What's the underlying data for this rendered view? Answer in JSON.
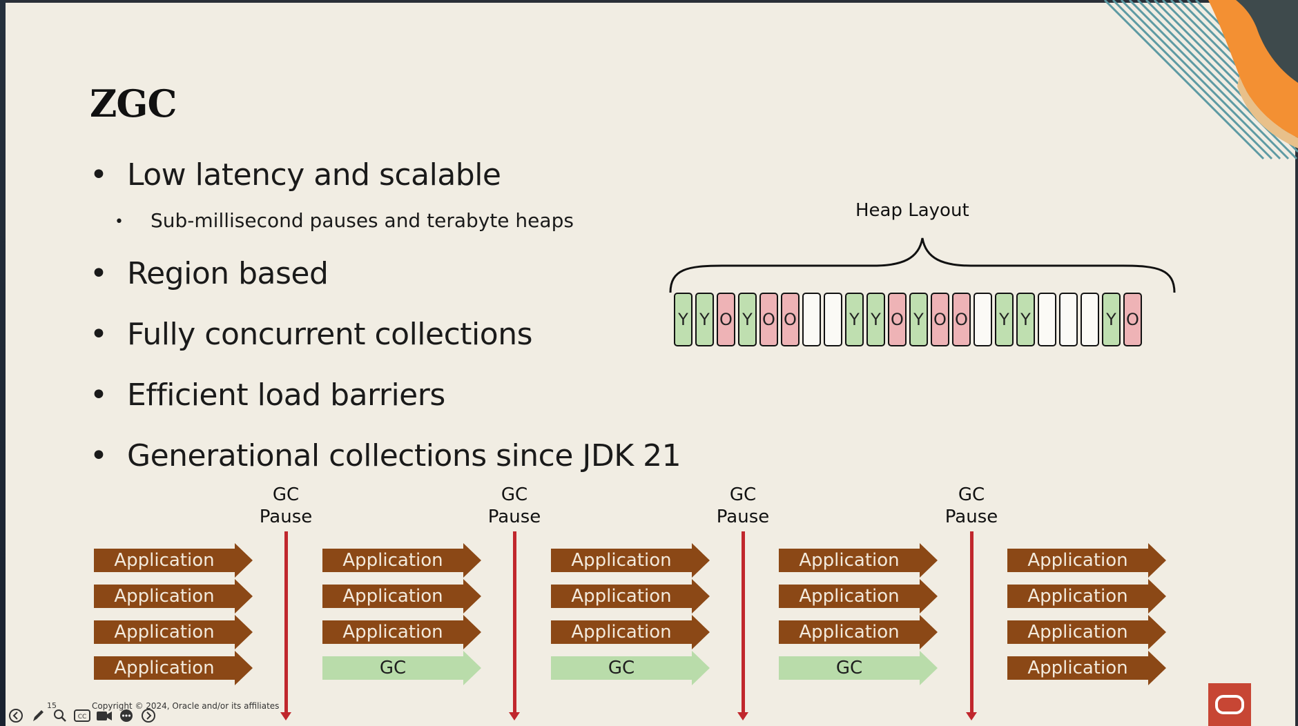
{
  "slide": {
    "title": "ZGC",
    "bullets": [
      {
        "text": "Low latency and scalable",
        "subs": [
          "Sub-millisecond pauses and terabyte heaps"
        ]
      },
      {
        "text": "Region based",
        "subs": []
      },
      {
        "text": "Fully concurrent collections",
        "subs": []
      },
      {
        "text": "Efficient load barriers",
        "subs": []
      },
      {
        "text": "Generational collections since JDK 21",
        "subs": []
      }
    ],
    "bullet_char": "•",
    "heap": {
      "label": "Heap Layout",
      "regions": [
        "Y",
        "Y",
        "O",
        "Y",
        "O",
        "O",
        "",
        "",
        "Y",
        "Y",
        "O",
        "Y",
        "O",
        "O",
        "",
        "Y",
        "Y",
        "",
        "",
        "",
        "Y",
        "O"
      ]
    },
    "timeline": {
      "pause_label_line1": "GC",
      "pause_label_line2": "Pause",
      "phases": [
        [
          "Application",
          "Application",
          "Application",
          "Application"
        ],
        [
          "Application",
          "Application",
          "Application",
          "GC"
        ],
        [
          "Application",
          "Application",
          "Application",
          "GC"
        ],
        [
          "Application",
          "Application",
          "Application",
          "GC"
        ],
        [
          "Application",
          "Application",
          "Application",
          "Application"
        ]
      ]
    },
    "copyright": "Copyright © 2024, Oracle and/or its affiliates",
    "page_number": "15"
  },
  "colors": {
    "background": "#f1ede3",
    "young_region": "#bfdfb0",
    "old_region": "#eeb3b6",
    "application_arrow": "#8b4816",
    "gc_arrow": "#b9dcaa",
    "pause_line": "#c0272d",
    "oracle_brand": "#c74634",
    "accent_orange": "#f39033",
    "accent_teal": "#5d9aa3"
  },
  "toolbar": {
    "icons": [
      "back-icon",
      "pen-icon",
      "search-icon",
      "captions-icon",
      "camera-icon",
      "more-icon",
      "forward-icon"
    ]
  }
}
